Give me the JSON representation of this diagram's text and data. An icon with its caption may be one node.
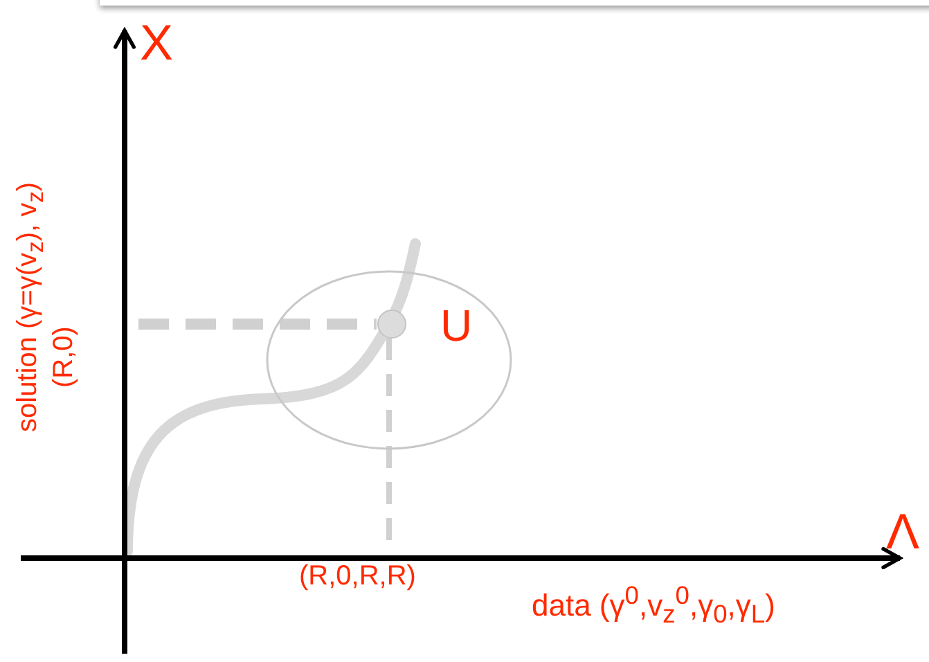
{
  "diagram": {
    "nodes": [
      {
        "text": [
          "U"
        ]
      }
    ],
    "labels": [
      "X",
      "Λ",
      "solution (γ=γ(v$_{z}$), v$_{z}$)",
      "(R,0)",
      "(R,0,R,R)",
      "data  (γ$^{0}$,v$_{z}$$^{0}$,γ$_{0}$,γ$_{L}$)"
    ]
  }
}
